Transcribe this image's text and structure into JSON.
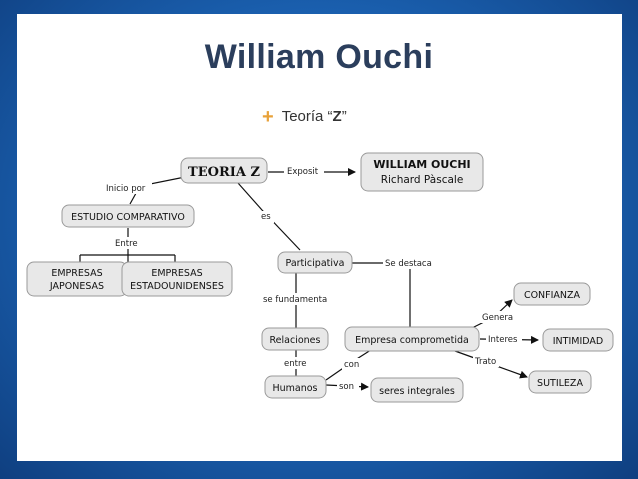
{
  "title": "William Ouchi",
  "bullet": {
    "prefix": "Teoría “",
    "bold": "Z",
    "suffix": "”"
  },
  "nodes": {
    "teoria_z": "TEORIA Z",
    "william_ouchi": "WILLIAM OUCHI",
    "richard_pascale": "Richard Pàscale",
    "estudio_comparativo": "ESTUDIO COMPARATIVO",
    "empresas_japonesas_1": "EMPRESAS",
    "empresas_japonesas_2": "JAPONESAS",
    "empresas_estadounidenses_1": "EMPRESAS",
    "empresas_estadounidenses_2": "ESTADOUNIDENSES",
    "participativa": "Participativa",
    "relaciones": "Relaciones",
    "humanos": "Humanos",
    "seres_integrales": "seres integrales",
    "empresa_comprometida": "Empresa comprometida",
    "confianza": "CONFIANZA",
    "intimidad": "INTIMIDAD",
    "sutileza": "SUTILEZA"
  },
  "links": {
    "exposit": "Exposit",
    "inicio_por": "Inicio por",
    "entre_upper": "Entre",
    "es": "es",
    "se_destaca": "Se destaca",
    "se_fundamenta": "se fundamenta",
    "entre_lower": "entre",
    "con": "con",
    "son": "son",
    "genera": "Genera",
    "interes": "Interes",
    "trato": "Trato"
  }
}
